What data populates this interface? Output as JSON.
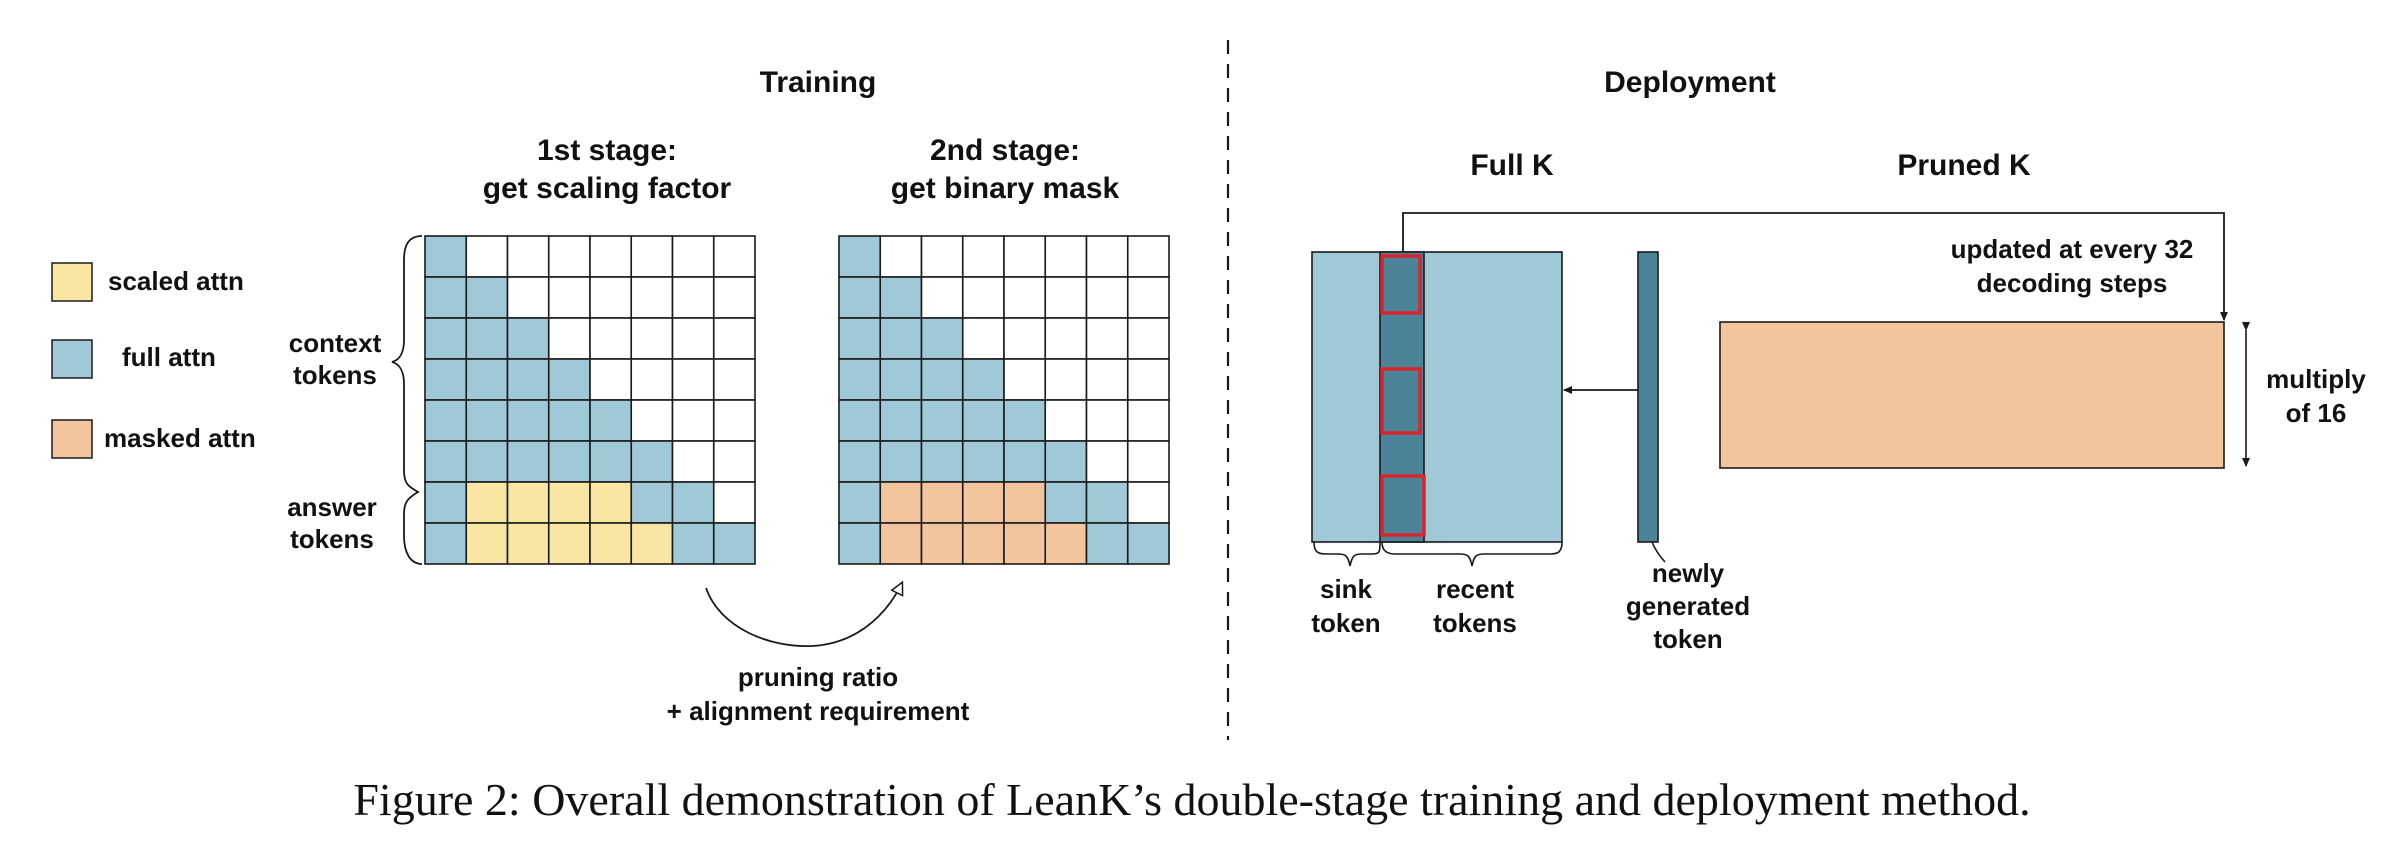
{
  "colors": {
    "scaled": "#f8e6a2",
    "full": "#a0c9d7",
    "masked": "#f3c59f",
    "empty": "#ffffff",
    "full_dark": "#4d8399",
    "highlight": "#d9252e",
    "ink": "#1a1a1a"
  },
  "legend": [
    {
      "key": "scaled",
      "label": "scaled attn"
    },
    {
      "key": "full",
      "label": "full attn"
    },
    {
      "key": "masked",
      "label": "masked attn"
    }
  ],
  "training": {
    "title": "Training",
    "stage1": {
      "line1": "1st stage:",
      "line2": "get scaling factor"
    },
    "stage2": {
      "line1": "2nd stage:",
      "line2": "get binary mask"
    },
    "context_label": {
      "line1": "context",
      "line2": "tokens"
    },
    "answer_label": {
      "line1": "answer",
      "line2": "tokens"
    },
    "arrow_label": {
      "line1": "pruning ratio",
      "line2": "+ alignment requirement"
    },
    "grid1": [
      "FEEEEEEE",
      "FFEEEEEE",
      "FFFEEEEE",
      "FFFFEEEE",
      "FFFFFEEE",
      "FFFFFFEE",
      "FSSSSFFE",
      "FSSSSSFF"
    ],
    "grid2": [
      "FEEEEEEE",
      "FFEEEEEE",
      "FFFEEEEE",
      "FFFFEEEE",
      "FFFFFEEE",
      "FFFFFFEE",
      "FMMMMFFE",
      "FMMMMMFF"
    ]
  },
  "deployment": {
    "title": "Deployment",
    "full_k": "Full K",
    "pruned_k": "Pruned K",
    "update_label": {
      "line1": "updated at every 32",
      "line2": "decoding steps"
    },
    "multiply_label": {
      "line1": "multiply",
      "line2": "of 16"
    },
    "sink_label": {
      "line1": "sink",
      "line2": "token"
    },
    "recent_label": {
      "line1": "recent",
      "line2": "tokens"
    },
    "newly_label": {
      "line1": "newly",
      "line2": "generated",
      "line3": "token"
    }
  },
  "caption": "Figure 2: Overall demonstration of LeanK’s double-stage training and deployment method."
}
